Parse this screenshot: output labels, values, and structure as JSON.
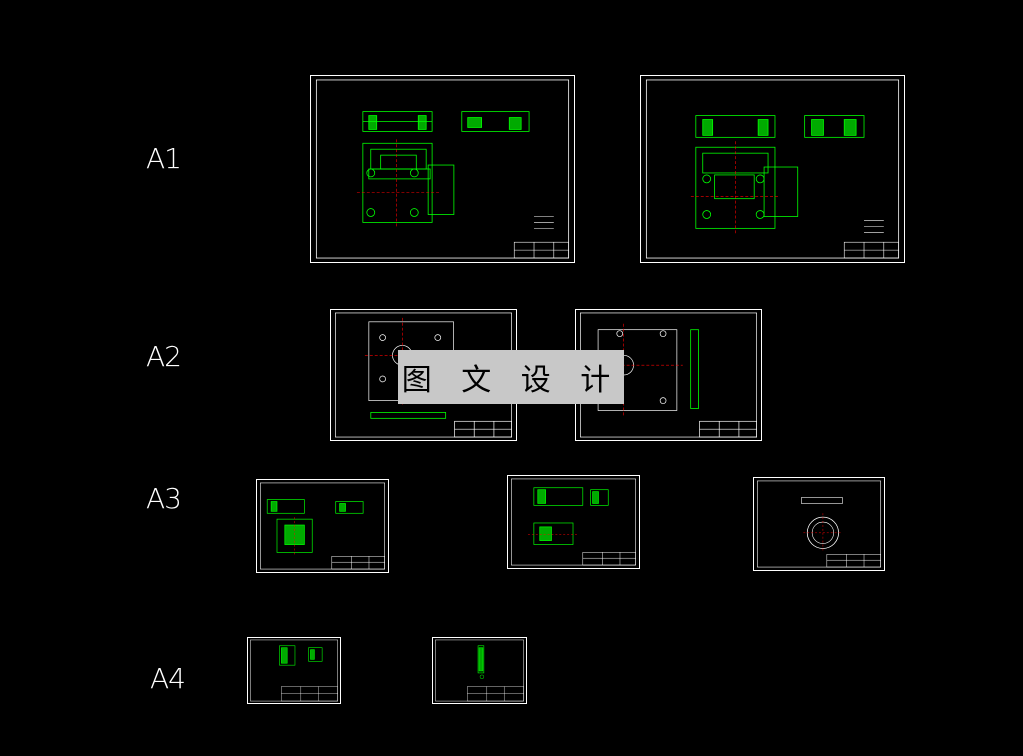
{
  "row_labels": {
    "a1": "A1",
    "a2": "A2",
    "a3": "A3",
    "a4": "A4"
  },
  "watermark": {
    "text": "图 文 设 计"
  },
  "colors": {
    "background": "#000000",
    "border": "#ffffff",
    "part": "#00ff00",
    "centerline": "#ff0000",
    "watermark_bg": "#c8c8c8"
  }
}
